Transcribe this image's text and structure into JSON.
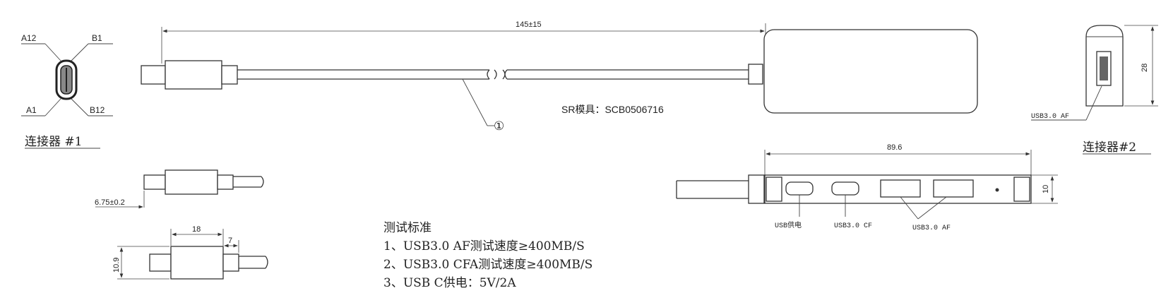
{
  "connector1": {
    "pins": {
      "top_left": "A12",
      "top_right": "B1",
      "bottom_left": "A1",
      "bottom_right": "B12"
    },
    "label": "连接器 #1"
  },
  "connector2": {
    "label": "连接器#2",
    "port_label": "USB3.0 AF"
  },
  "dims": {
    "length": "145±15",
    "plug_height": "6.75±0.2",
    "plug_len": "18",
    "plug_tip": "7",
    "plug_dia": "10.9",
    "hub_width": "89.6",
    "hub_height": "28",
    "hub_thickness": "10"
  },
  "callout": "①",
  "mold_label": "SR模具：SCB0506716",
  "ports": {
    "power": "USB供电",
    "cf": "USB3.0 CF",
    "af": "USB3.0 AF"
  },
  "notes": {
    "title": "测试标准",
    "items": [
      "1、USB3.0 AF测试速度≥400MB/S",
      "2、USB3.0 CFA测试速度≥400MB/S",
      "3、USB C供电：5V/2A"
    ]
  }
}
